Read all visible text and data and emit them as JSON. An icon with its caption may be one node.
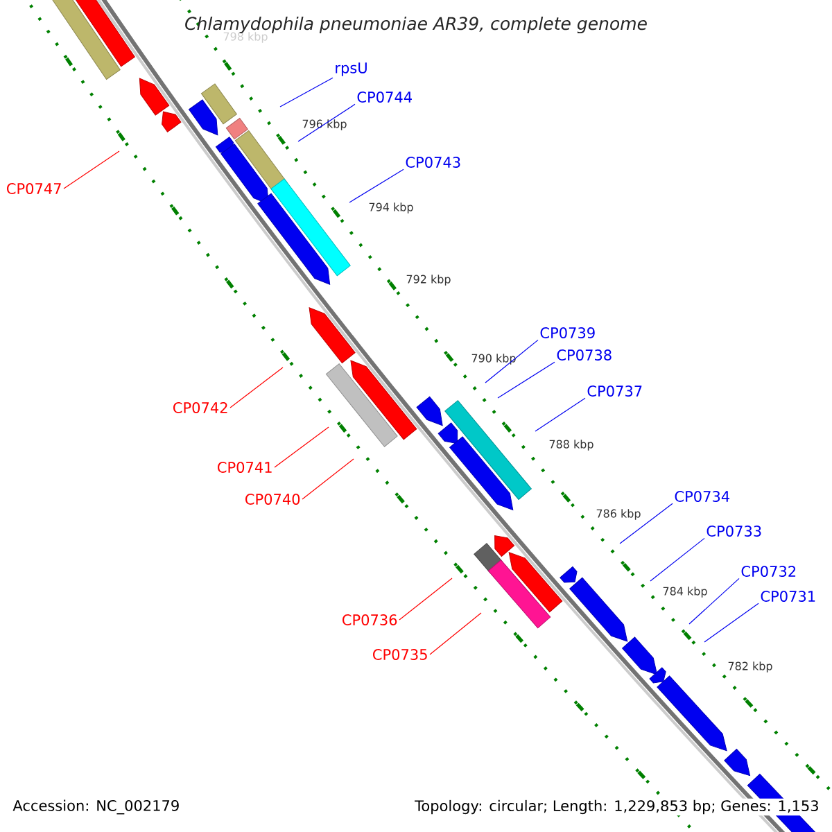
{
  "diagram": {
    "title": "Chlamydophila pneumoniae AR39, complete genome",
    "nodes": [
      {
        "text": [
          "rpsU"
        ]
      },
      {
        "text": [
          "CP0744"
        ]
      },
      {
        "text": [
          "CP0743"
        ]
      },
      {
        "text": [
          "CP0747"
        ]
      },
      {
        "text": [
          "CP0739"
        ]
      },
      {
        "text": [
          "CP0738"
        ]
      },
      {
        "text": [
          "CP0737"
        ]
      },
      {
        "text": [
          "CP0742"
        ]
      },
      {
        "text": [
          "CP0741"
        ]
      },
      {
        "text": [
          "CP0740"
        ]
      },
      {
        "text": [
          "CP0734"
        ]
      },
      {
        "text": [
          "CP0733"
        ]
      },
      {
        "text": [
          "CP0732"
        ]
      },
      {
        "text": [
          "CP0731"
        ]
      },
      {
        "text": [
          "CP0736"
        ]
      },
      {
        "text": [
          "CP0735"
        ]
      }
    ],
    "edges": [
      {
        "from": 0,
        "to": null,
        "arrow": "none"
      },
      {
        "from": 1,
        "to": null,
        "arrow": "none"
      },
      {
        "from": 2,
        "to": null,
        "arrow": "none"
      },
      {
        "from": 3,
        "to": null,
        "arrow": "none",
        "color": "#ff0000"
      },
      {
        "from": 4,
        "to": null,
        "arrow": "none"
      },
      {
        "from": 5,
        "to": null,
        "arrow": "none"
      },
      {
        "from": 6,
        "to": null,
        "arrow": "none"
      },
      {
        "from": 7,
        "to": null,
        "arrow": "none",
        "color": "#ff0000"
      },
      {
        "from": 8,
        "to": null,
        "arrow": "none",
        "color": "#ff0000"
      },
      {
        "from": 9,
        "to": null,
        "arrow": "none",
        "color": "#ff0000"
      },
      {
        "from": 10,
        "to": null,
        "arrow": "none"
      },
      {
        "from": 11,
        "to": null,
        "arrow": "none"
      },
      {
        "from": 12,
        "to": null,
        "arrow": "none"
      },
      {
        "from": 13,
        "to": null,
        "arrow": "none"
      },
      {
        "from": 14,
        "to": null,
        "arrow": "none",
        "color": "#ff0000"
      },
      {
        "from": 15,
        "to": null,
        "arrow": "none",
        "color": "#ff0000"
      }
    ],
    "labels": [
      "798 kbp",
      "796 kbp",
      "794 kbp",
      "792 kbp",
      "790 kbp",
      "788 kbp",
      "786 kbp",
      "784 kbp",
      "782 kbp",
      "Accession: NC_002179",
      "Topology: circular; Length: 1,229,853 bp; Genes: 1,153"
    ]
  }
}
